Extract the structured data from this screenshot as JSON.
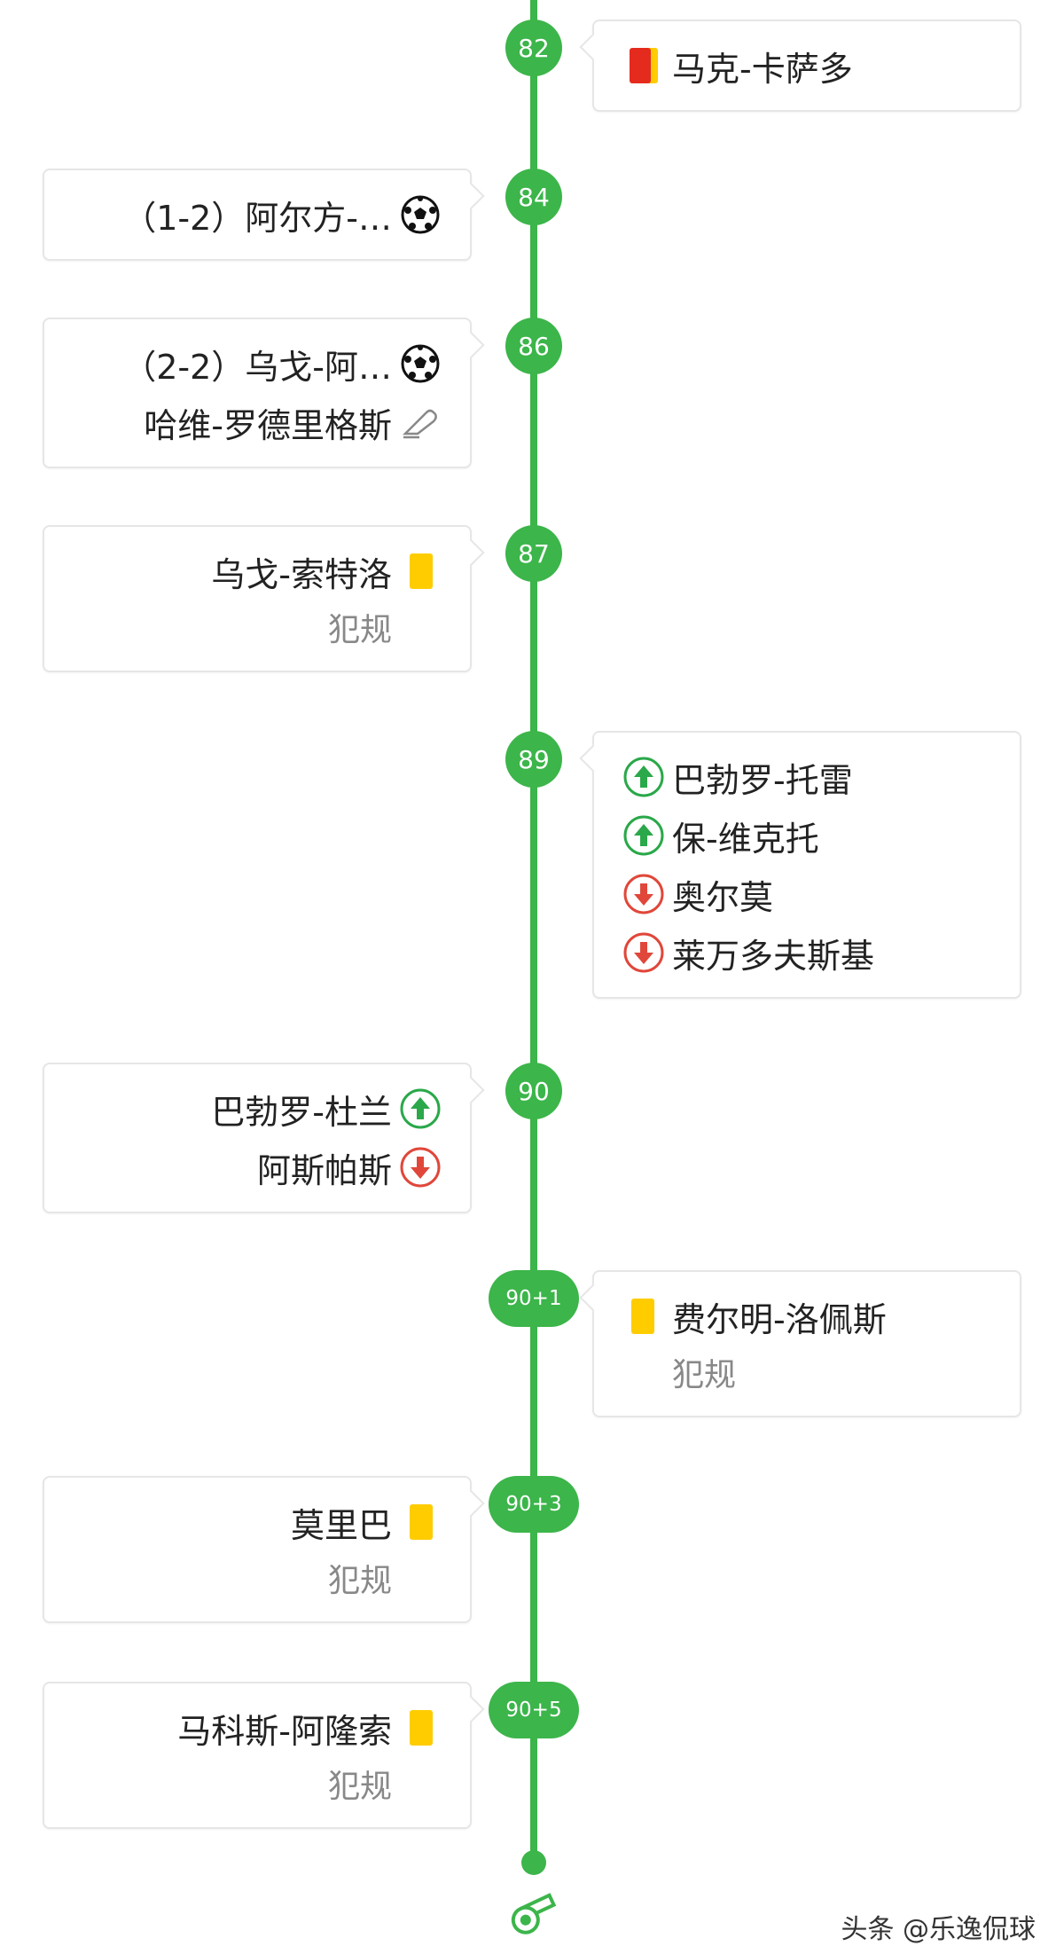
{
  "events": [
    {
      "minute": "82",
      "rows": [
        {
          "text": "马克-卡萨多",
          "icon": "red-yellow-card-icon"
        }
      ]
    },
    {
      "minute": "84",
      "rows": [
        {
          "text": "（1-2）阿尔方-…",
          "icon": "soccer-ball-icon"
        }
      ]
    },
    {
      "minute": "86",
      "rows": [
        {
          "text": "（2-2）乌戈-阿…",
          "icon": "soccer-ball-icon"
        },
        {
          "text": "哈维-罗德里格斯",
          "icon": "assist-boot-icon"
        }
      ]
    },
    {
      "minute": "87",
      "rows": [
        {
          "text": "乌戈-索特洛",
          "icon": "yellow-card-icon"
        }
      ],
      "detail": "犯规"
    },
    {
      "minute": "89",
      "rows": [
        {
          "text": "巴勃罗-托雷",
          "icon": "substitution-in-icon"
        },
        {
          "text": "保-维克托",
          "icon": "substitution-in-icon"
        },
        {
          "text": "奥尔莫",
          "icon": "substitution-out-icon"
        },
        {
          "text": "莱万多夫斯基",
          "icon": "substitution-out-icon"
        }
      ]
    },
    {
      "minute": "90",
      "rows": [
        {
          "text": "巴勃罗-杜兰",
          "icon": "substitution-in-icon"
        },
        {
          "text": "阿斯帕斯",
          "icon": "substitution-out-icon"
        }
      ]
    },
    {
      "minute": "90+1",
      "rows": [
        {
          "text": "费尔明-洛佩斯",
          "icon": "yellow-card-icon"
        }
      ],
      "detail": "犯规"
    },
    {
      "minute": "90+3",
      "rows": [
        {
          "text": "莫里巴",
          "icon": "yellow-card-icon"
        }
      ],
      "detail": "犯规"
    },
    {
      "minute": "90+5",
      "rows": [
        {
          "text": "马科斯-阿隆索",
          "icon": "yellow-card-icon"
        }
      ],
      "detail": "犯规"
    }
  ],
  "end_icon": "whistle-icon",
  "watermark": "头条 @乐逸侃球",
  "colors": {
    "accent": "#3cb54a",
    "yellow_card": "#ffcc00",
    "red_card": "#e52b1e",
    "sub_out": "#e0473a"
  }
}
